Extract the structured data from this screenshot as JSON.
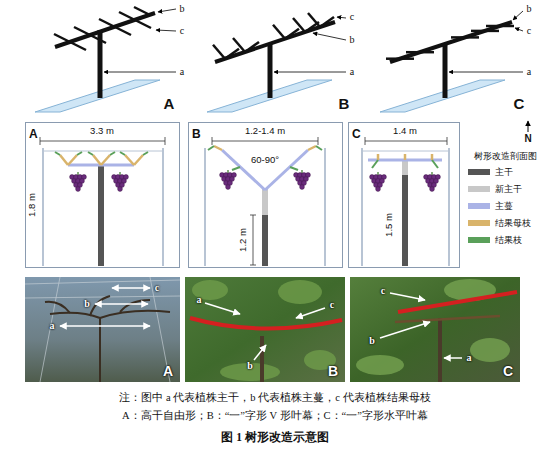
{
  "diagram": {
    "caption": "图 1 树形改造示意图",
    "nodes": [
      {
        "text": [
          "A"
        ]
      },
      {
        "text": [
          "B"
        ]
      },
      {
        "text": [
          "C"
        ]
      }
    ],
    "labels": [
      "b",
      "c",
      "a",
      "A",
      "c",
      "b",
      "a",
      "B",
      "b",
      "c",
      "a",
      "C",
      "3.3 m",
      "1.8 m",
      "1.2-1.4 m",
      "60-90°",
      "1.2 m",
      "1.4 m",
      "1.5 m",
      "N",
      "树形改造剖面图",
      "c",
      "b",
      "a",
      "A",
      "a",
      "c",
      "b",
      "B",
      "c",
      "b",
      "a",
      "C",
      "注：图中 a 代表植株主干，b 代表植株主蔓，c 代表植株结果母枝",
      "A：高干自由形；B：“一”字形 V 形叶幕；C：“一”字形水平叶幕"
    ],
    "legend": [
      {
        "text": "主干",
        "color": "#555555"
      },
      {
        "text": "新主干",
        "color": "#c8c8c8"
      },
      {
        "text": "主蔓",
        "color": "#aab3e6"
      },
      {
        "text": "结果母枝",
        "color": "#d9b46b"
      },
      {
        "text": "结果枝",
        "color": "#5aa05a"
      }
    ]
  }
}
